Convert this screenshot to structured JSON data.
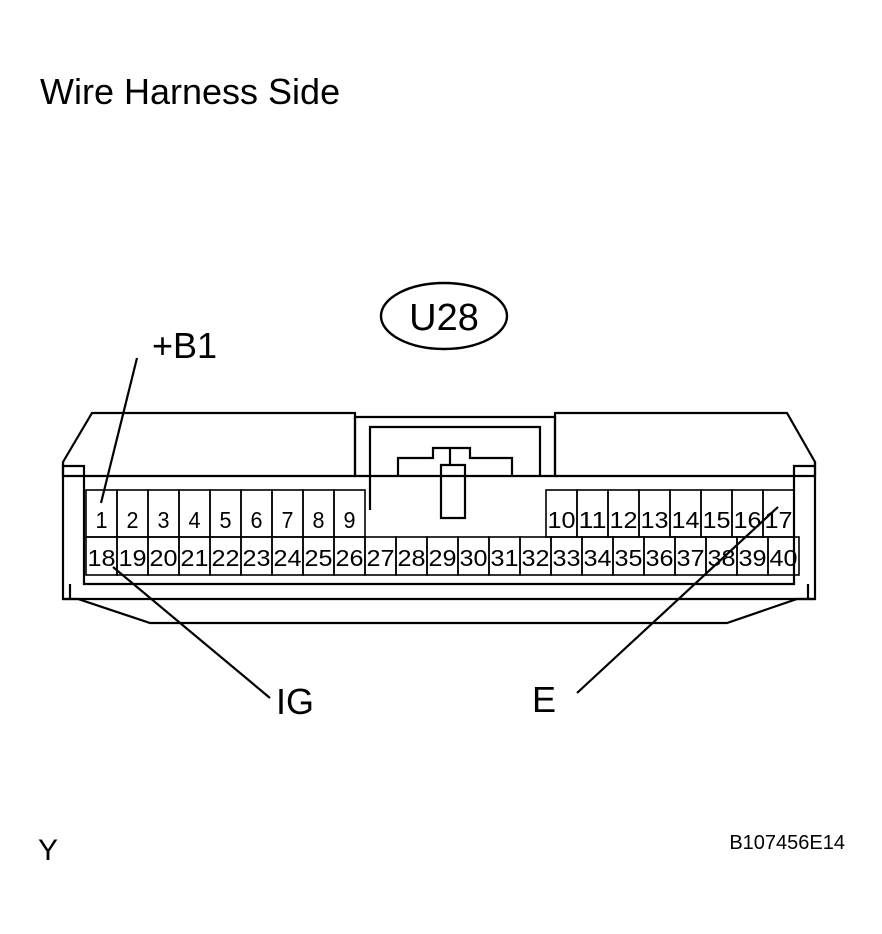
{
  "title": "Wire Harness Side",
  "connector_id": "U28",
  "callouts": {
    "top_left": "+B1",
    "bottom_left": "IG",
    "bottom_right": "E"
  },
  "top_row_left": [
    "1",
    "2",
    "3",
    "4",
    "5",
    "6",
    "7",
    "8",
    "9"
  ],
  "top_row_right": [
    "10",
    "11",
    "12",
    "13",
    "14",
    "15",
    "16",
    "17"
  ],
  "bottom_row": [
    "18",
    "19",
    "20",
    "21",
    "22",
    "23",
    "24",
    "25",
    "26",
    "27",
    "28",
    "29",
    "30",
    "31",
    "32",
    "33",
    "34",
    "35",
    "36",
    "37",
    "38",
    "39",
    "40"
  ],
  "corner_mark": "Y",
  "figure_code": "B107456E14"
}
